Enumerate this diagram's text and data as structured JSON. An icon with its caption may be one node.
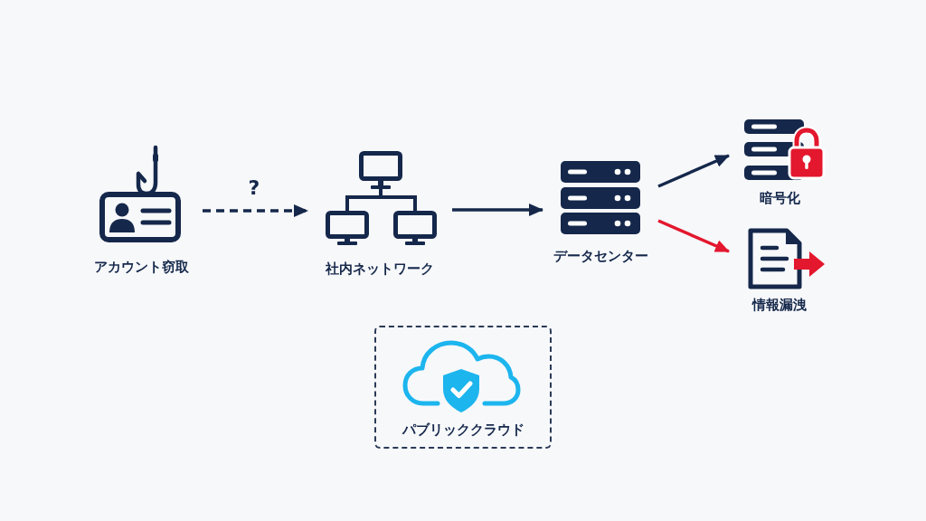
{
  "diagram": {
    "nodes": [
      {
        "text": [
          "アカウント窃取"
        ]
      },
      {
        "text": [
          "社内ネットワーク"
        ]
      },
      {
        "text": [
          "データセンター"
        ]
      },
      {
        "text": [
          "暗号化"
        ]
      },
      {
        "text": [
          "情報漏洩"
        ]
      },
      {
        "text": [
          "パブリッククラウド"
        ]
      }
    ],
    "edges": [
      {
        "from": 0,
        "to": 1,
        "arrow": "to",
        "label": "?",
        "style": "dashed"
      },
      {
        "from": 1,
        "to": 2,
        "arrow": "to"
      },
      {
        "from": 2,
        "to": 3,
        "arrow": "to"
      },
      {
        "from": 2,
        "to": 4,
        "arrow": "to",
        "color": "#e3172d"
      }
    ]
  }
}
